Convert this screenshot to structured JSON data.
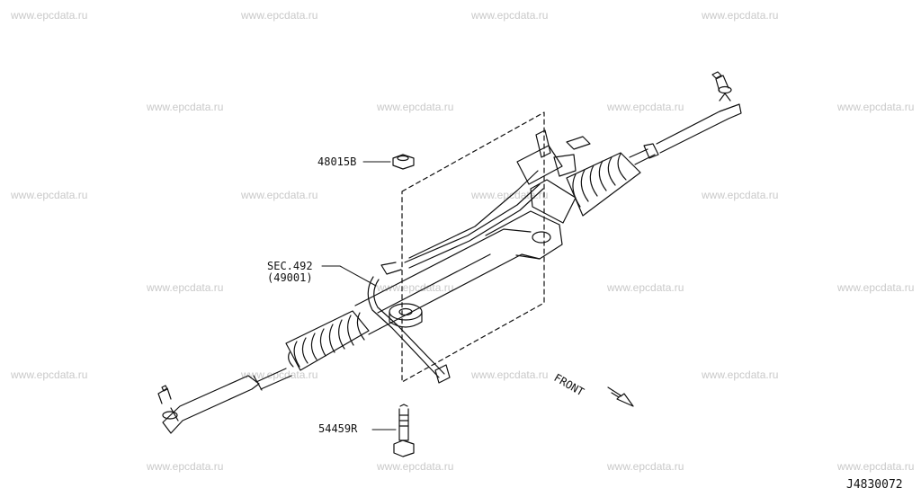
{
  "watermark": "www.epcdata.ru",
  "labels": {
    "nut_part": "48015B",
    "sec_ref_line1": "SEC.492",
    "sec_ref_line2": "(49001)",
    "bolt_part": "54459R",
    "front": "FRONT",
    "diagram_id": "J4830072"
  }
}
